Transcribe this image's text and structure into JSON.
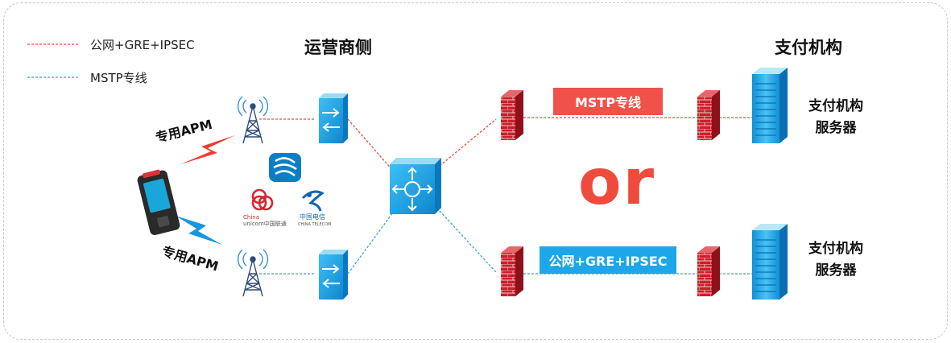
{
  "legend": {
    "items": [
      {
        "label": "公网+GRE+IPSEC",
        "color": "#ef4b3d"
      },
      {
        "label": "MSTP专线",
        "color": "#3aa7d8"
      }
    ]
  },
  "sections": {
    "operator": "运营商侧",
    "payment": "支付机构"
  },
  "links": {
    "top_badge": "MSTP专线",
    "bottom_badge": "公网+GRE+IPSEC",
    "apm_top": "专用APM",
    "apm_bottom": "专用APM"
  },
  "center_label": "or",
  "servers": {
    "top": {
      "line1": "支付机构",
      "line2": "服务器"
    },
    "bottom": {
      "line1": "支付机构",
      "line2": "服务器"
    }
  },
  "logos": {
    "unicom_en": "China",
    "unicom_en2": "unicom中国联通",
    "telecom_cn": "中国电信",
    "telecom_en": "CHINA TELECOM"
  },
  "colors": {
    "red_line": "#ef4b3d",
    "blue_line": "#3aa7d8",
    "badge_red": "#f0524a",
    "badge_blue": "#1ea6ea",
    "device_blue": "#1c9fe6"
  }
}
